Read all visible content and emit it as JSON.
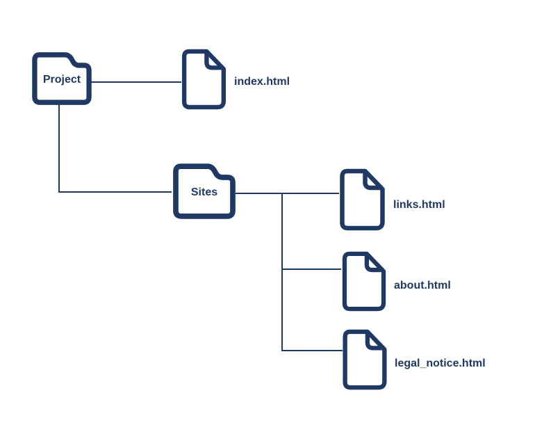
{
  "diagram": {
    "type": "file-tree",
    "accent_color": "#1f3864",
    "background_color": "#ffffff",
    "nodes": {
      "project": {
        "label": "Project",
        "kind": "folder"
      },
      "index": {
        "label": "index.html",
        "kind": "file"
      },
      "sites": {
        "label": "Sites",
        "kind": "folder"
      },
      "links": {
        "label": "links.html",
        "kind": "file"
      },
      "about": {
        "label": "about.html",
        "kind": "file"
      },
      "legal": {
        "label": "legal_notice.html",
        "kind": "file"
      }
    },
    "hierarchy": [
      {
        "parent": "Project",
        "children": [
          "index.html",
          "Sites"
        ]
      },
      {
        "parent": "Sites",
        "children": [
          "links.html",
          "about.html",
          "legal_notice.html"
        ]
      }
    ]
  }
}
